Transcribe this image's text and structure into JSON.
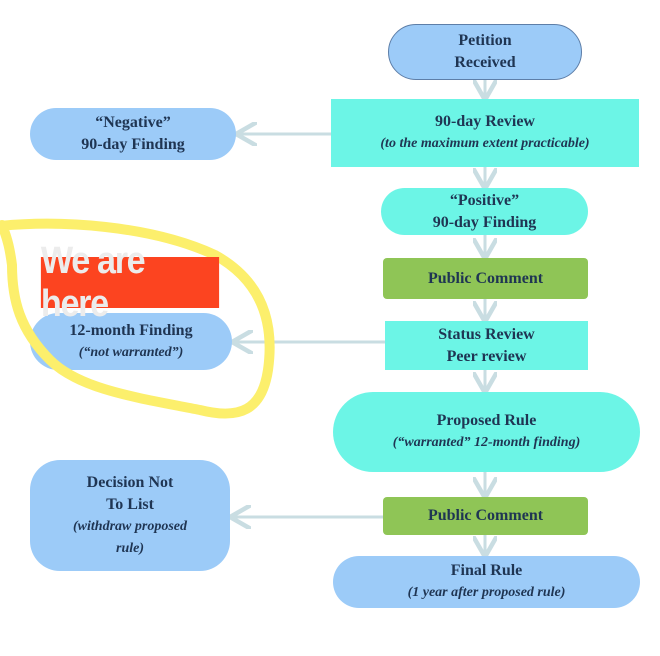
{
  "nodes": {
    "petition": {
      "line1": "Petition",
      "line2": "Received"
    },
    "review90": {
      "line1": "90-day Review",
      "line2": "(to the maximum extent practicable)"
    },
    "negative": {
      "line1": "“Negative”",
      "line2": "90-day Finding"
    },
    "positive": {
      "line1": "“Positive”",
      "line2": "90-day Finding"
    },
    "comment1": {
      "line1": "Public Comment"
    },
    "status": {
      "line1": "Status Review",
      "line2": "Peer review"
    },
    "month12": {
      "line1": "12-month Finding",
      "line2": "(“not warranted”)"
    },
    "proposed": {
      "line1": "Proposed Rule",
      "line2": "(“warranted” 12-month finding)"
    },
    "decision": {
      "line1": "Decision Not",
      "line2": "To List",
      "line3": "(withdraw proposed",
      "line4": "rule)"
    },
    "comment2": {
      "line1": "Public Comment"
    },
    "final": {
      "line1": "Final Rule",
      "line2": "(1 year after proposed rule)"
    }
  },
  "annotation": {
    "label": "We are here",
    "highlight_color": "#fcef6c",
    "label_color": "#fc4420"
  },
  "colors": {
    "blue": "#9ccbf8",
    "cyan": "#6cf5e6",
    "green": "#8fc556",
    "text": "#1f3553"
  }
}
